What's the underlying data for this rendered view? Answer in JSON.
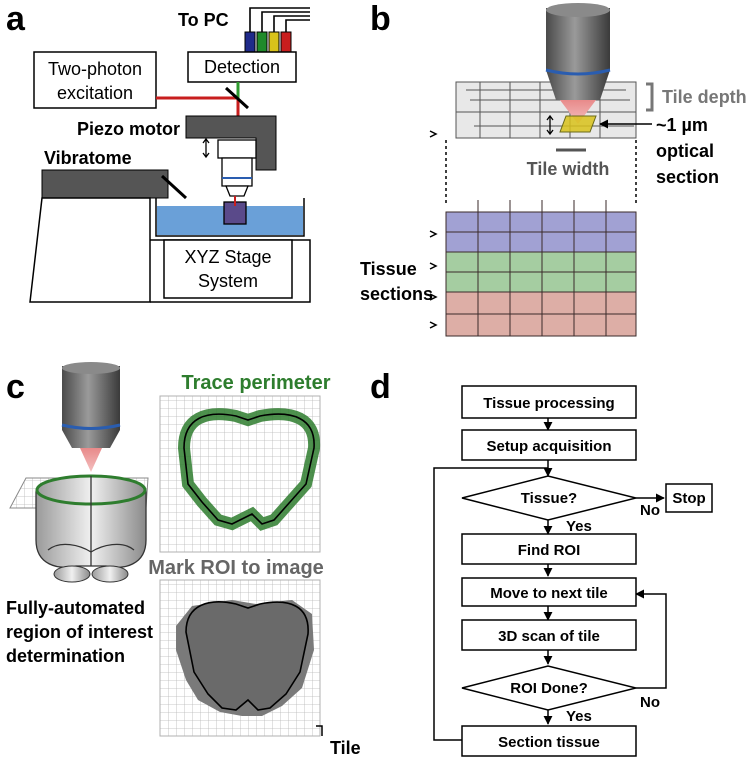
{
  "panels": {
    "a": "a",
    "b": "b",
    "c": "c",
    "d": "d"
  },
  "panel_a": {
    "to_pc": "To PC",
    "detection": "Detection",
    "two_photon_line1": "Two-photon",
    "two_photon_line2": "excitation",
    "piezo_motor": "Piezo motor",
    "vibratome": "Vibratome",
    "xyz_line1": "XYZ Stage",
    "xyz_line2": "System",
    "cable_colors": [
      "#1f2a8a",
      "#1f8a2a",
      "#d8c21a",
      "#c81e1e"
    ]
  },
  "panel_b": {
    "tile_depth": "Tile depth",
    "optical_line1": "~1 µm",
    "optical_line2": "optical",
    "optical_line3": "section",
    "tile_width": "Tile width",
    "tissue_line1": "Tissue",
    "tissue_line2": "sections",
    "section_colors": [
      "#8a8ac8",
      "#8fc08a",
      "#d49a90"
    ]
  },
  "panel_c": {
    "trace_perimeter": "Trace perimeter",
    "mark_roi": "Mark ROI to image",
    "auto_line1": "Fully-automated",
    "auto_line2": "region of interest",
    "auto_line3": "determination",
    "tile": "Tile",
    "trace_color": "#2e7d2e"
  },
  "panel_d": {
    "steps": {
      "tissue_processing": "Tissue processing",
      "setup_acquisition": "Setup acquisition",
      "tissue_q": "Tissue?",
      "stop": "Stop",
      "find_roi": "Find ROI",
      "move_next_tile": "Move to next tile",
      "scan_3d": "3D scan of tile",
      "roi_done": "ROI Done?",
      "section_tissue": "Section tissue"
    },
    "labels": {
      "yes1": "Yes",
      "no1": "No",
      "no2": "No",
      "yes2": "Yes"
    }
  }
}
